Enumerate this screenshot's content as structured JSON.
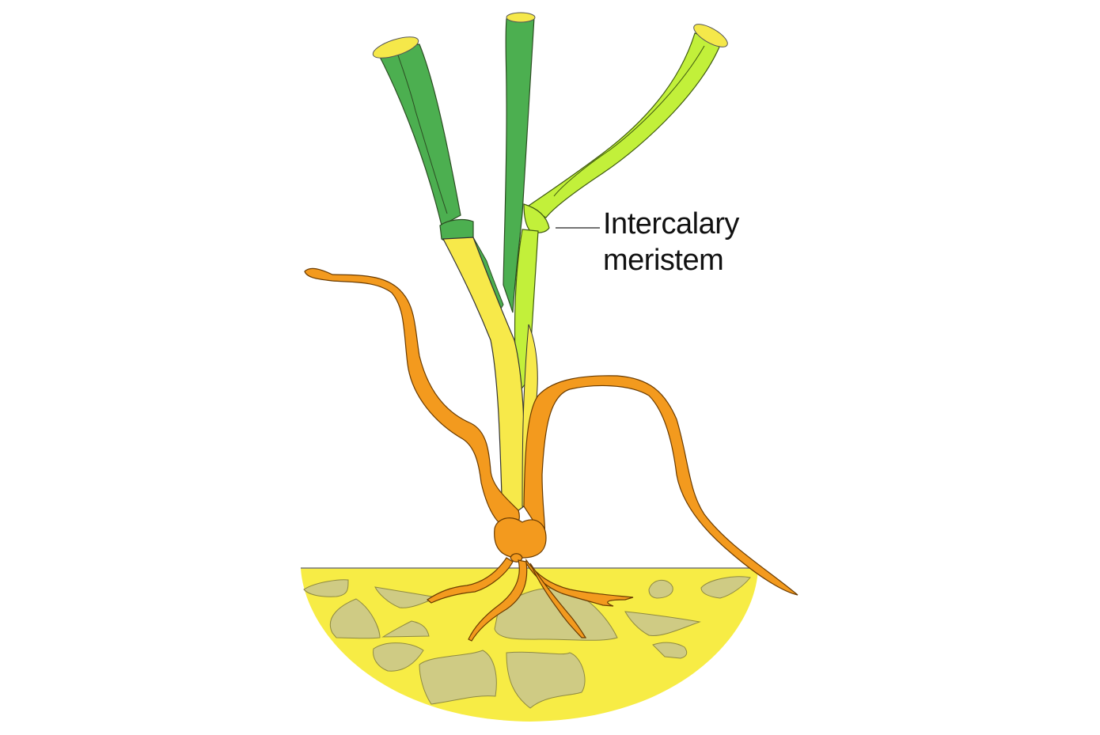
{
  "diagram": {
    "subject": "grass plant with roots in soil",
    "labels": [
      {
        "line1": "Intercalary",
        "line2": "meristem",
        "target": "node at base of light-green leaf sheath"
      }
    ],
    "colors": {
      "background": "#ffffff",
      "dark_green_leaf": "#4caf50",
      "light_green_leaf": "#c2f03a",
      "stem_yellow": "#f7e94a",
      "leaf_tip_yellow": "#f5e84a",
      "root_orange": "#f39a1e",
      "soil_yellow": "#f7ec45",
      "stone_khaki": "#cfcb84",
      "outline": "#333333"
    }
  }
}
